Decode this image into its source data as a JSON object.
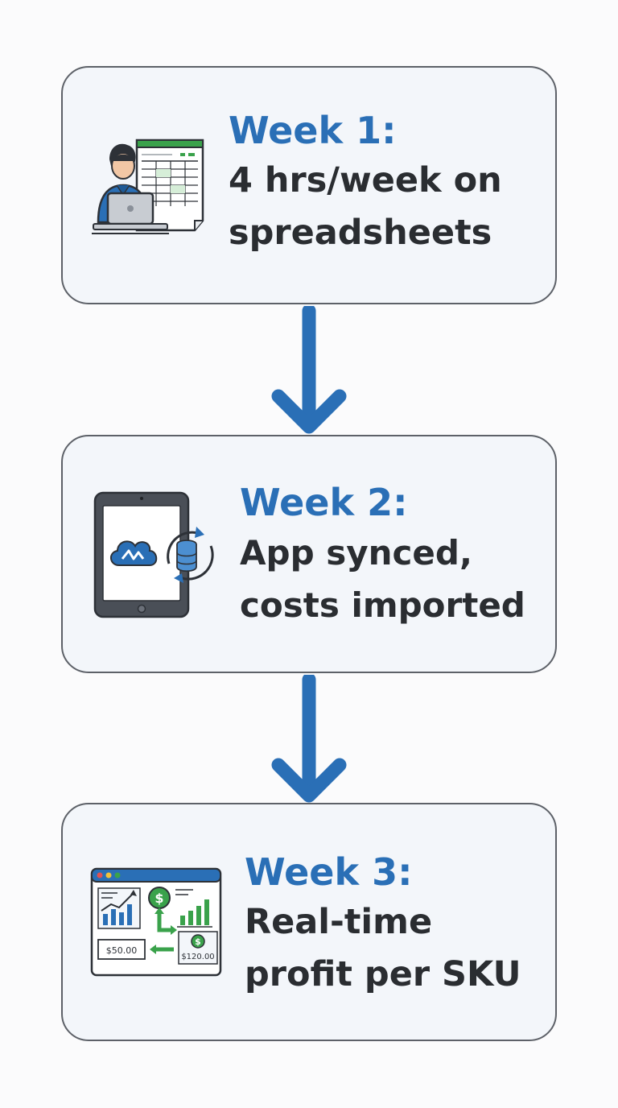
{
  "steps": [
    {
      "title": "Week 1:",
      "lines": [
        "4 hrs/week on",
        "spreadsheets"
      ],
      "icon": "person-laptop-spreadsheet-icon"
    },
    {
      "title": "Week 2:",
      "lines": [
        "App synced,",
        "costs imported"
      ],
      "icon": "tablet-cloud-sync-icon"
    },
    {
      "title": "Week 3:",
      "lines": [
        "Real-time",
        "profit per SKU"
      ],
      "icon": "profit-dashboard-icon",
      "icon_labels": [
        "$50.00",
        "$120.00"
      ]
    }
  ],
  "colors": {
    "accent_blue": "#2a6fb6",
    "green": "#3a9a4a",
    "text": "#2a2d31",
    "card_border": "#5d6168",
    "card_fill": "#f3f6fa"
  }
}
